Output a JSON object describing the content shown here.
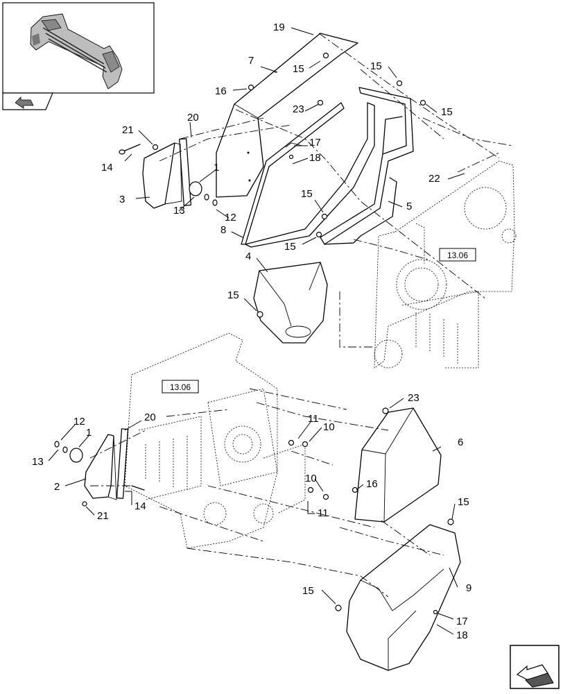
{
  "diagram": {
    "reference_boxes": [
      "13.06",
      "13.06"
    ],
    "labels": {
      "l19": "19",
      "l7": "7",
      "l15a": "15",
      "l15b": "15",
      "l15c": "15",
      "l16a": "16",
      "l20a": "20",
      "l23a": "23",
      "l21a": "21",
      "l17a": "17",
      "l18a": "18",
      "l1a": "1",
      "l14a": "14",
      "l22": "22",
      "l3": "3",
      "l13a": "13",
      "l15d": "15",
      "l5": "5",
      "l12a": "12",
      "l8": "8",
      "l15e": "15",
      "l4": "4",
      "l15f": "15",
      "l23b": "23",
      "l12b": "12",
      "l1b": "1",
      "l20b": "20",
      "l11a": "11",
      "l10a": "10",
      "l6": "6",
      "l13b": "13",
      "l2": "2",
      "l10b": "10",
      "l16b": "16",
      "l14b": "14",
      "l11b": "11",
      "l21b": "21",
      "l15g": "15",
      "l9": "9",
      "l15h": "15",
      "l17b": "17",
      "l18b": "18"
    },
    "icons": [
      "header-thumbnail-icon",
      "return-arrow-icon",
      "next-page-arrow-icon"
    ]
  }
}
